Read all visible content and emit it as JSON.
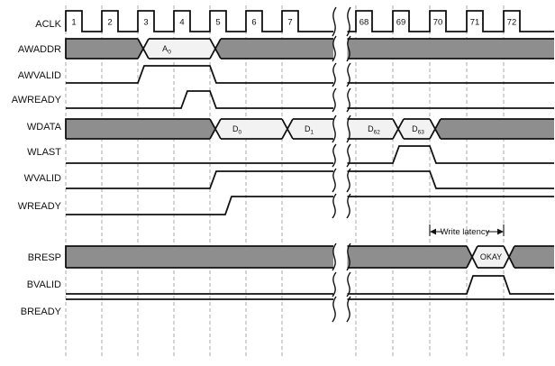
{
  "figure": {
    "kind": "timing-diagram",
    "description_visible_text_only": true
  },
  "colors": {
    "background": "#ffffff",
    "signal_line": "#111111",
    "busy_fill": "#8e8e8e",
    "value_fill": "#f2f2f2",
    "grid_line": "#aaaaaa",
    "text": "#111111"
  },
  "cycles": [
    "1",
    "2",
    "3",
    "4",
    "5",
    "6",
    "7",
    "68",
    "69",
    "70",
    "71",
    "72"
  ],
  "signals": [
    {
      "name": "ACLK",
      "kind": "clock"
    },
    {
      "name": "AWADDR",
      "kind": "bus",
      "values": [
        {
          "label": "A0",
          "from_cycle": 3,
          "to_cycle": 5
        }
      ]
    },
    {
      "name": "AWVALID",
      "kind": "binary",
      "high_from_cycle": 3,
      "high_to_cycle": 5
    },
    {
      "name": "AWREADY",
      "kind": "binary",
      "high_from_cycle": 4,
      "high_to_cycle": 5
    },
    {
      "name": "WDATA",
      "kind": "bus",
      "values": [
        {
          "label": "D0",
          "from_cycle": 5,
          "to_cycle": 7
        },
        {
          "label": "D1",
          "from_cycle": 7,
          "to_cycle": "break"
        },
        {
          "label": "D62",
          "from_cycle": "break",
          "to_cycle": 69
        },
        {
          "label": "D63",
          "from_cycle": 69,
          "to_cycle": 70
        }
      ]
    },
    {
      "name": "WLAST",
      "kind": "binary",
      "high_from_cycle": 69,
      "high_to_cycle": 70
    },
    {
      "name": "WVALID",
      "kind": "binary",
      "high_from_cycle": 5,
      "high_to_cycle": 70
    },
    {
      "name": "WREADY",
      "kind": "binary",
      "high_from_cycle": 5.5,
      "high_to_cycle": "end"
    },
    {
      "name": "BRESP",
      "kind": "bus",
      "values": [
        {
          "label": "OKAY",
          "from_cycle": 71,
          "to_cycle": 72
        }
      ]
    },
    {
      "name": "BVALID",
      "kind": "binary",
      "high_from_cycle": 71,
      "high_to_cycle": 72
    },
    {
      "name": "BREADY",
      "kind": "binary",
      "high": "always"
    }
  ],
  "bus_labels": [
    {
      "main": "A",
      "sub": "0"
    },
    {
      "main": "D",
      "sub": "0"
    },
    {
      "main": "D",
      "sub": "1"
    },
    {
      "main": "D",
      "sub": "62"
    },
    {
      "main": "D",
      "sub": "63"
    },
    {
      "main": "OKAY",
      "sub": ""
    }
  ],
  "time_break": {
    "between_cycles": [
      "7",
      "68"
    ]
  },
  "annotation": {
    "label": "Write latency",
    "from_cycle": "70",
    "to_cycle": "72"
  }
}
